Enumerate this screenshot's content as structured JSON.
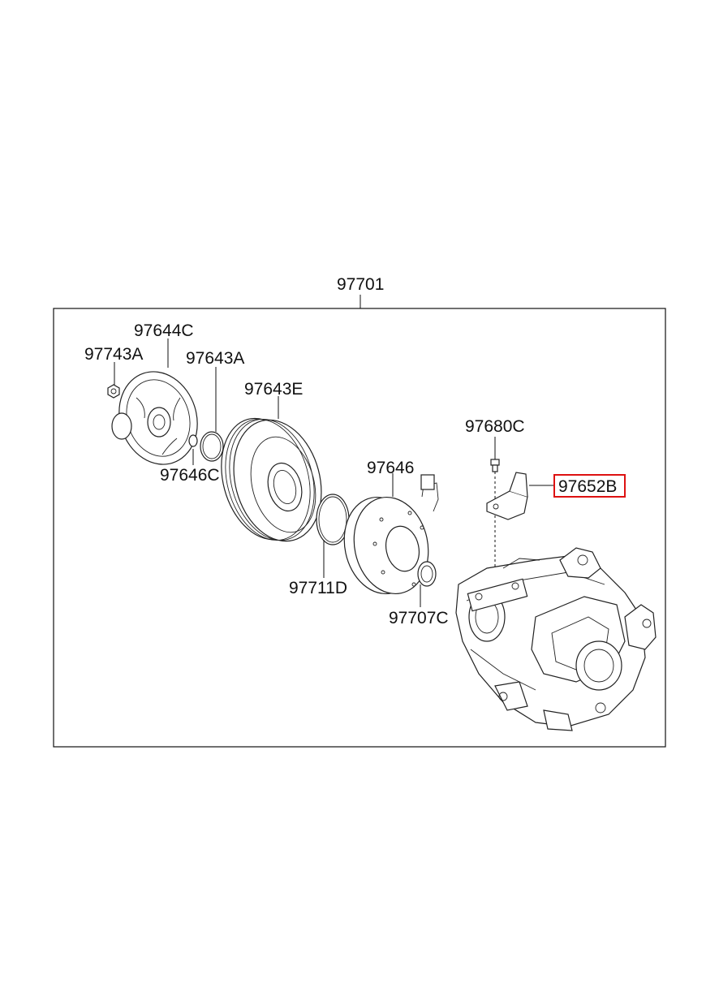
{
  "assembly_label": "97701",
  "callouts": {
    "c97644C": "97644C",
    "c97743A": "97743A",
    "c97643A": "97643A",
    "c97643E": "97643E",
    "c97646C": "97646C",
    "c97646": "97646",
    "c97711D": "97711D",
    "c97707C": "97707C",
    "c97680C": "97680C",
    "c97652B": "97652B"
  },
  "highlight_color": "#dd1111",
  "highlighted_callout": "97652B"
}
